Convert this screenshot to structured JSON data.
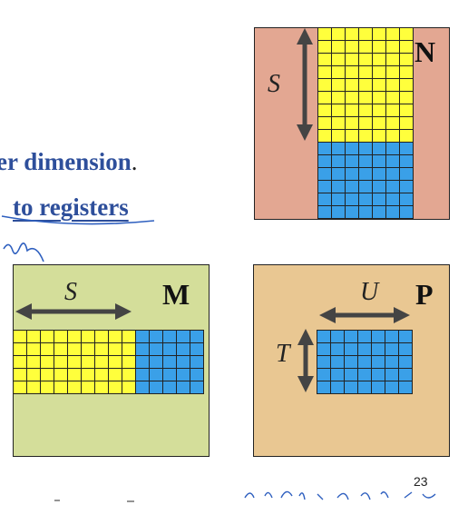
{
  "text": {
    "line1": "er dimension",
    "line1_period": ".",
    "line2": "to registers"
  },
  "matrices": {
    "N": {
      "label": "N",
      "dim_label": "S",
      "fill": "#e3a792"
    },
    "M": {
      "label": "M",
      "dim_label": "S",
      "fill": "#d4de9a"
    },
    "P": {
      "label": "P",
      "dim_label_h": "U",
      "dim_label_v": "T",
      "fill": "#e9c792"
    }
  },
  "colors": {
    "yellow": "#ffff3c",
    "blue": "#3aa0e8",
    "text_blue": "#2e4f9b"
  },
  "page_number": "23"
}
